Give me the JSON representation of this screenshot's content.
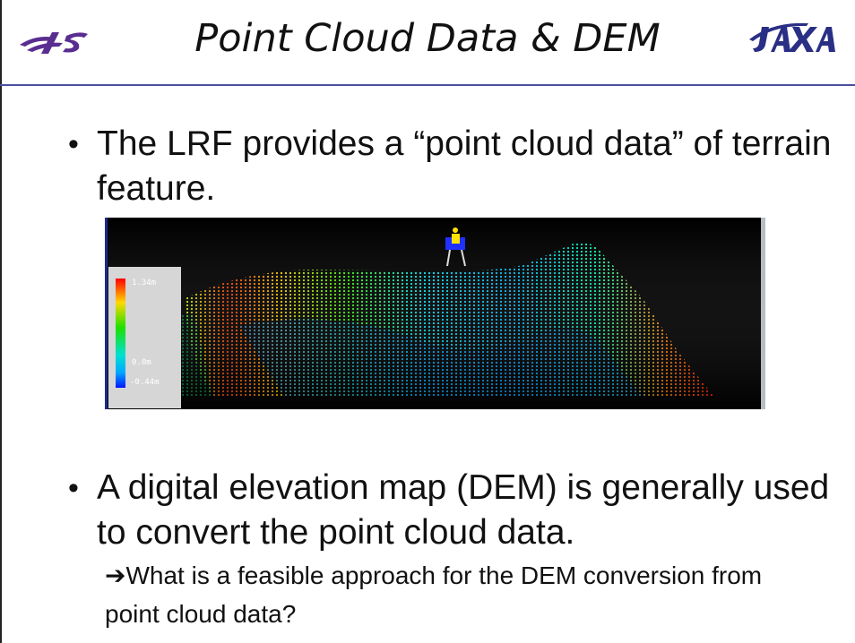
{
  "header": {
    "title": "Point Cloud Data & DEM",
    "logo_left_text": "ISAS",
    "logo_right_text": "JAXA",
    "accent_color": "#4a4f9e",
    "logo_color": "#5a2d91"
  },
  "body": {
    "bullet_1": "The LRF provides a “point cloud data” of terrain feature.",
    "bullet_2": "A digital elevation map (DEM) is generally used to convert the point cloud data.",
    "sub_arrow": "➔",
    "sub_text": "What is a feasible approach for the DEM conversion from point cloud data?"
  },
  "figure": {
    "legend": {
      "max_label": "1.34m",
      "zero_label": "0.0m",
      "min_label": "-0.44m"
    }
  }
}
